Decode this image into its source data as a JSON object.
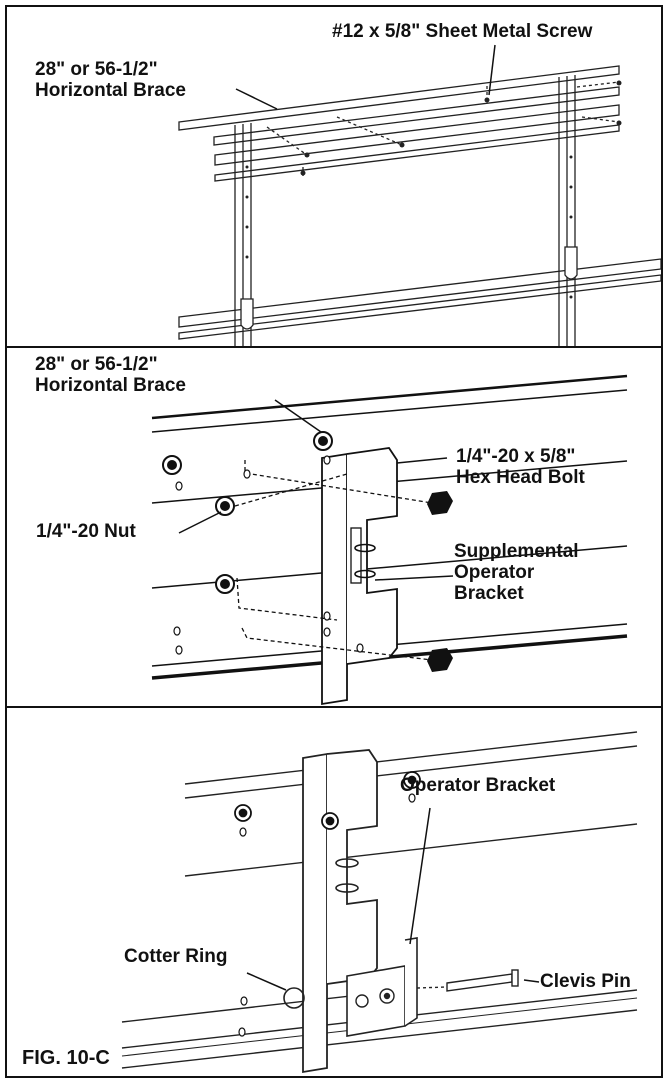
{
  "figure_label": "FIG. 10-C",
  "panel_top": {
    "brace_line1": "28\" or 56-1/2\"",
    "brace_line2": "Horizontal Brace",
    "screw": "#12 x 5/8\" Sheet Metal Screw"
  },
  "panel_middle": {
    "brace_line1": "28\" or 56-1/2\"",
    "brace_line2": "Horizontal Brace",
    "bolt_line1": "1/4\"-20 x 5/8\"",
    "bolt_line2": "Hex Head Bolt",
    "nut": "1/4\"-20 Nut",
    "bracket_line1": "Supplemental",
    "bracket_line2": "Operator",
    "bracket_line3": "Bracket"
  },
  "panel_bottom": {
    "operator_bracket": "Operator Bracket",
    "cotter_ring": "Cotter Ring",
    "clevis_pin": "Clevis Pin"
  }
}
